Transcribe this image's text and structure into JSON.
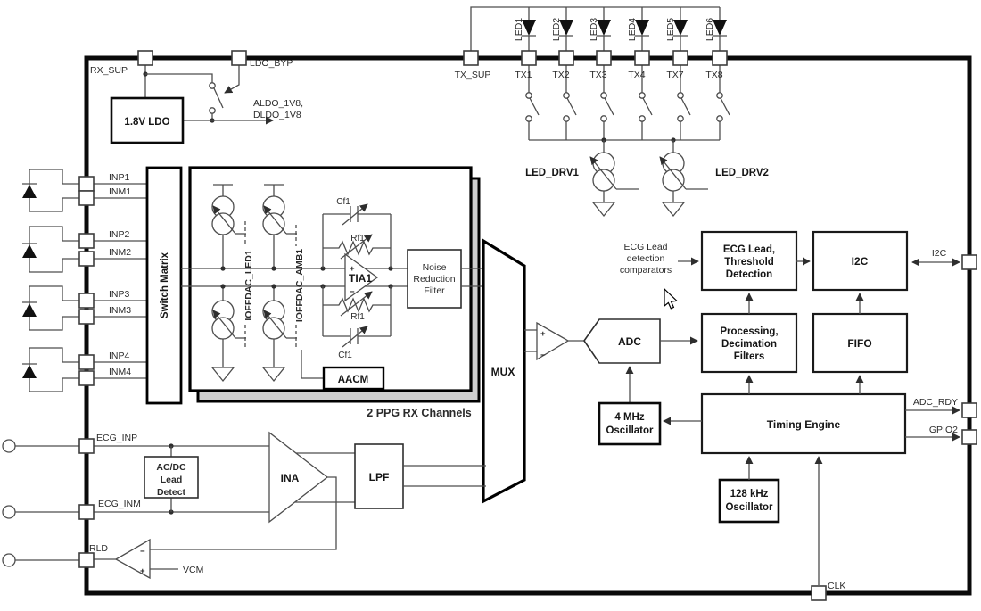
{
  "d": {
    "rx_sup": "RX_SUP",
    "ldo_byp": "LDO_BYP",
    "ldo": "1.8V LDO",
    "aldo": "ALDO_1V8,",
    "dldo": "DLDO_1V8",
    "tx_sup": "TX_SUP",
    "tx": [
      "TX1",
      "TX2",
      "TX3",
      "TX4",
      "TX7",
      "TX8"
    ],
    "led": [
      "LED1",
      "LED2",
      "LED3",
      "LED4",
      "LED5",
      "LED6"
    ],
    "drv": [
      "LED_DRV1",
      "LED_DRV2"
    ],
    "in": [
      "INP1",
      "INM1",
      "INP2",
      "INM2",
      "INP3",
      "INM3",
      "INP4",
      "INM4"
    ],
    "sm": "Switch Matrix",
    "ioff1": "IOFFDAC_LED1",
    "ioff2": "IOFFDAC_AMB1",
    "cf": "Cf1",
    "rf": "Rf1",
    "tia": "TIA1",
    "plus": "+",
    "minus": "−",
    "nrf1": "Noise",
    "nrf2": "Reduction",
    "nrf3": "Filter",
    "aacm": "AACM",
    "caption": "2 PPG RX Channels",
    "mux": "MUX",
    "adc": "ADC",
    "osc4a": "4 MHz",
    "osc4b": "Oscillator",
    "cmp1": "ECG Lead",
    "cmp2": "detection",
    "cmp3": "comparators",
    "ecg1": "ECG Lead,",
    "ecg2": "Threshold",
    "ecg3": "Detection",
    "i2c": "I2C",
    "pr1": "Processing,",
    "pr2": "Decimation",
    "pr3": "Filters",
    "fifo": "FIFO",
    "timing": "Timing Engine",
    "osc128a": "128 kHz",
    "osc128b": "Oscillator",
    "adc_rdy": "ADC_RDY",
    "gpio2": "GPIO2",
    "clk": "CLK",
    "ecg_inp": "ECG_INP",
    "ecg_inm": "ECG_INM",
    "rld": "RLD",
    "vcm": "VCM",
    "ac1": "AC/DC",
    "ac2": "Lead",
    "ac3": "Detect",
    "ina": "INA",
    "lpf": "LPF"
  },
  "colors": {
    "caption_blue": "#2323cd",
    "wire": "#4d4d4d",
    "block_border": "#2e2e2e",
    "bold_border": "#000000",
    "background": "#ffffff"
  }
}
